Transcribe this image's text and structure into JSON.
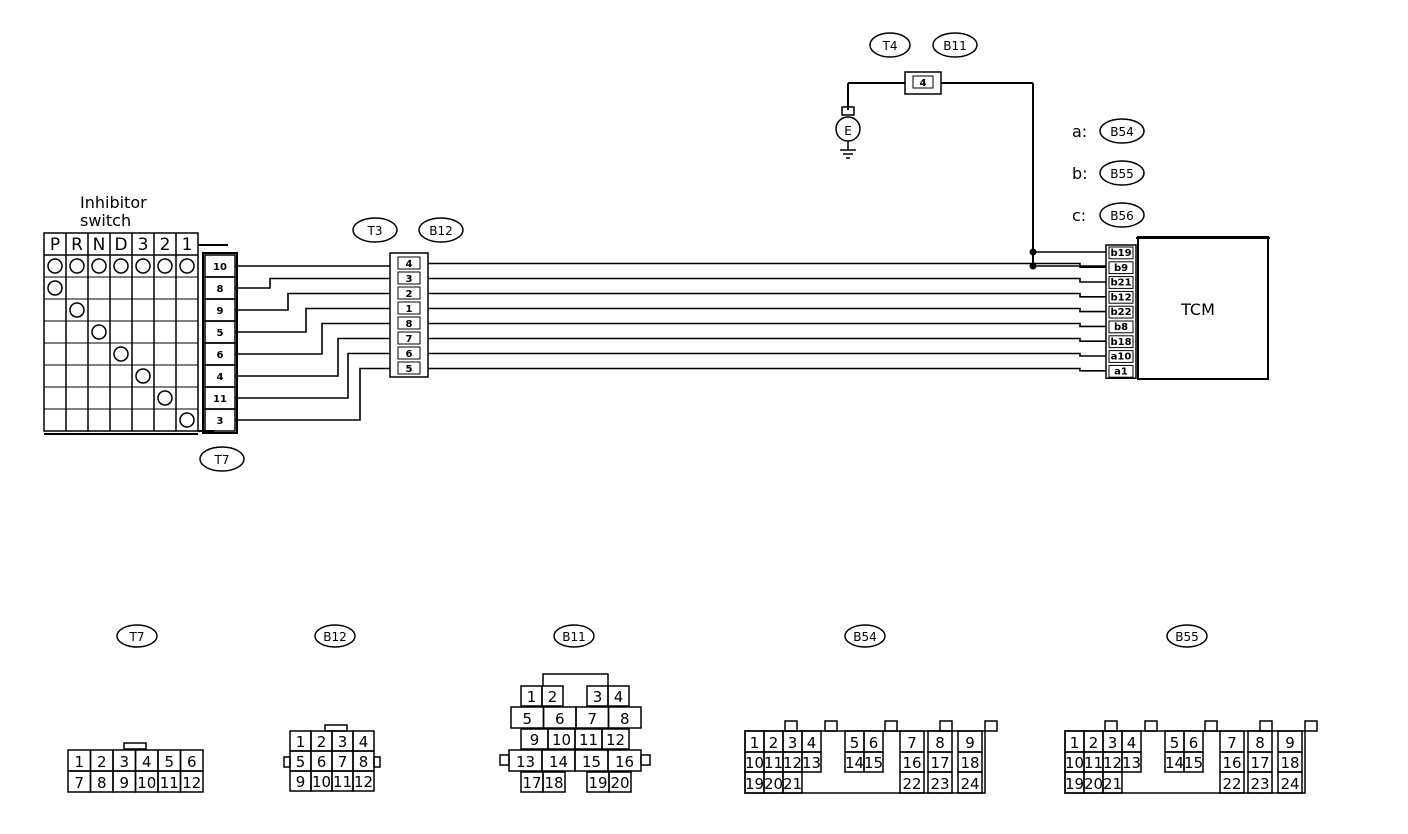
{
  "inhibitor": {
    "title_line1": "Inhibitor",
    "title_line2": "switch",
    "positions": [
      "P",
      "R",
      "N",
      "D",
      "3",
      "2",
      "1"
    ],
    "pins": [
      "10",
      "8",
      "9",
      "5",
      "6",
      "4",
      "11",
      "3"
    ]
  },
  "connector_tags": {
    "t7": "T7",
    "t3": "T3",
    "b12": "B12",
    "t4": "T4",
    "b11": "B11",
    "b54": "B54",
    "b55": "B55",
    "b56": "B56"
  },
  "joint_pins": [
    "4",
    "3",
    "2",
    "1",
    "8",
    "7",
    "6",
    "5"
  ],
  "ground": {
    "symbol": "E",
    "pin": "4"
  },
  "tcm": {
    "label": "TCM",
    "prefixes": {
      "a": "a:",
      "b": "b:",
      "c": "c:"
    },
    "pins": [
      "b19",
      "b9",
      "b21",
      "b12",
      "b22",
      "b8",
      "b18",
      "a10",
      "a1"
    ]
  },
  "connector_views": {
    "t7": {
      "tag": "T7",
      "row1": [
        "1",
        "2",
        "3",
        "4",
        "5",
        "6"
      ],
      "row2": [
        "7",
        "8",
        "9",
        "10",
        "11",
        "12"
      ]
    },
    "b12": {
      "tag": "B12",
      "row1": [
        "1",
        "2",
        "3",
        "4"
      ],
      "row2": [
        "5",
        "6",
        "7",
        "8"
      ],
      "row3": [
        "9",
        "10",
        "11",
        "12"
      ]
    },
    "b11": {
      "tag": "B11",
      "row1": [
        "1",
        "2",
        "3",
        "4"
      ],
      "row2": [
        "5",
        "6",
        "7",
        "8"
      ],
      "row3": [
        "9",
        "10",
        "11",
        "12"
      ],
      "row4": [
        "13",
        "14",
        "15",
        "16"
      ],
      "row5": [
        "17",
        "18",
        "19",
        "20"
      ]
    },
    "b54": {
      "tag": "B54",
      "row1": [
        "1",
        "2",
        "3",
        "4",
        "5",
        "6",
        "7",
        "8",
        "9"
      ],
      "row2": [
        "10",
        "11",
        "12",
        "13",
        "14",
        "15",
        "16",
        "17",
        "18"
      ],
      "row3": [
        "19",
        "20",
        "21",
        "22",
        "23",
        "24"
      ]
    },
    "b55": {
      "tag": "B55",
      "row1": [
        "1",
        "2",
        "3",
        "4",
        "5",
        "6",
        "7",
        "8",
        "9"
      ],
      "row2": [
        "10",
        "11",
        "12",
        "13",
        "14",
        "15",
        "16",
        "17",
        "18"
      ],
      "row3": [
        "19",
        "20",
        "21",
        "22",
        "23",
        "24"
      ]
    }
  }
}
